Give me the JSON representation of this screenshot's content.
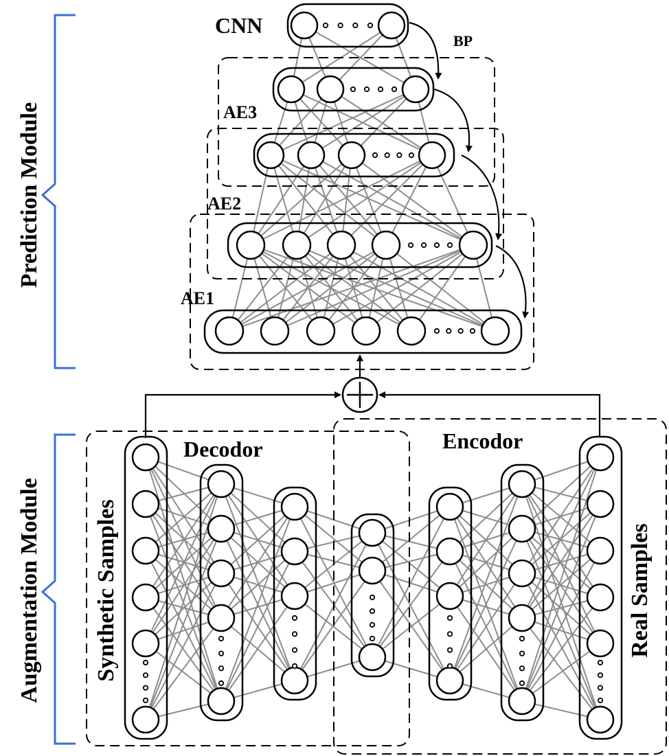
{
  "modules": {
    "prediction": "Prediction Module",
    "augmentation": "Augmentation Module"
  },
  "labels": {
    "cnn": "CNN",
    "bp": "BP",
    "ae3": "AE3",
    "ae2": "AE2",
    "ae1": "AE1",
    "decoder": "Decodor",
    "encoder": "Encodor",
    "synthetic": "Synthetic Samples",
    "real": "Real Samples"
  },
  "colors": {
    "bracket": "#3a6fd8",
    "edge": "#8c8c8c",
    "line": "#000000"
  }
}
